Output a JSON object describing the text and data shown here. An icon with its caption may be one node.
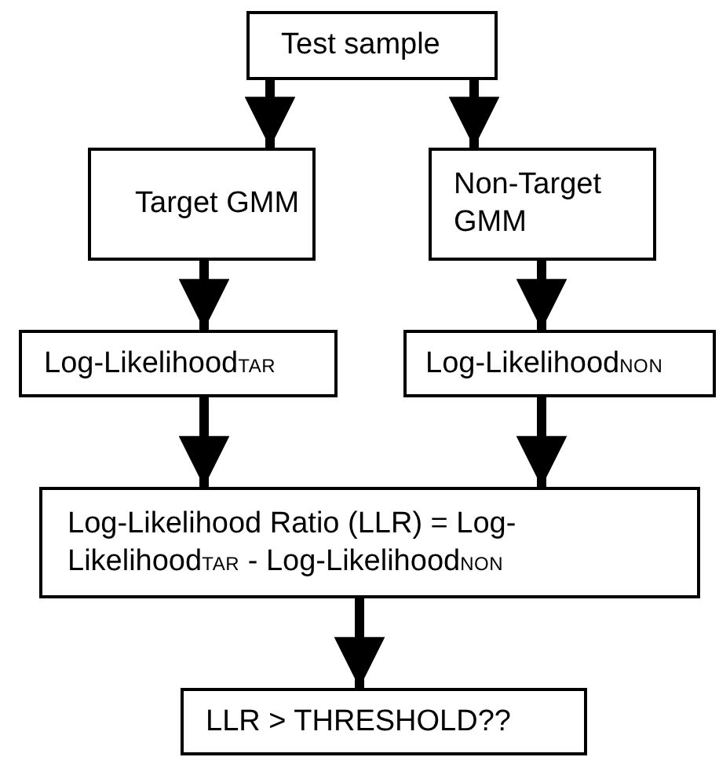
{
  "diagram": {
    "nodes": [
      {
        "text": [
          "Test sample"
        ]
      },
      {
        "text": [
          "Target GMM"
        ]
      },
      {
        "text": [
          "Non-Target GMM"
        ]
      },
      {
        "text": [
          "Log-Likelihood$_{TAR}$"
        ]
      },
      {
        "text": [
          "Log-Likelihood$_{NON}$"
        ]
      },
      {
        "text": [
          "Log-Likelihood Ratio (LLR) = Log-Likelihood$_{TAR}$ - Log-Likelihood$_{NON}$"
        ]
      },
      {
        "text": [
          "LLR > THRESHOLD??"
        ]
      }
    ],
    "edges": [
      {
        "from": 0,
        "to": 1,
        "arrow": "to"
      },
      {
        "from": 0,
        "to": 2,
        "arrow": "to"
      },
      {
        "from": 1,
        "to": 3,
        "arrow": "to"
      },
      {
        "from": 2,
        "to": 4,
        "arrow": "to"
      },
      {
        "from": 3,
        "to": 5,
        "arrow": "to"
      },
      {
        "from": 4,
        "to": 5,
        "arrow": "to"
      },
      {
        "from": 5,
        "to": 6,
        "arrow": "to"
      }
    ]
  }
}
